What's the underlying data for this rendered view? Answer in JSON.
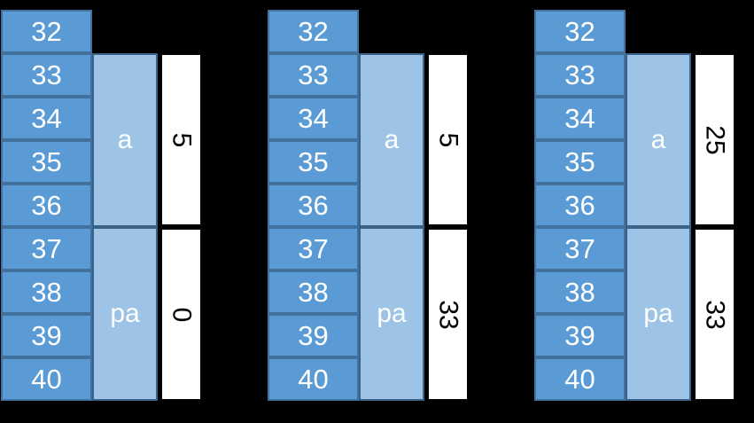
{
  "diagram": {
    "description": "three memory layout diagrams, each with address cells 32-40, region blocks a and pa, and rotated value boxes",
    "colors": {
      "background": "#000000",
      "cell_fill": "#5B9BD5",
      "cell_border": "#41719C",
      "cell_text": "#FFFFFF",
      "region_fill": "#9DC3E6",
      "region_border": "#3A6186",
      "region_text": "#FFFFFF",
      "value_box_fill": "#FFFFFF",
      "value_box_border": "#000000",
      "value_text": "#000000"
    },
    "groups": [
      {
        "cells": [
          "32",
          "33",
          "34",
          "35",
          "36",
          "37",
          "38",
          "39",
          "40"
        ],
        "a_label": "a",
        "a_value": "5",
        "pa_label": "pa",
        "pa_value": "0"
      },
      {
        "cells": [
          "32",
          "33",
          "34",
          "35",
          "36",
          "37",
          "38",
          "39",
          "40"
        ],
        "a_label": "a",
        "a_value": "5",
        "pa_label": "pa",
        "pa_value": "33"
      },
      {
        "cells": [
          "32",
          "33",
          "34",
          "35",
          "36",
          "37",
          "38",
          "39",
          "40"
        ],
        "a_label": "a",
        "a_value": "25",
        "pa_label": "pa",
        "pa_value": "33"
      }
    ]
  }
}
